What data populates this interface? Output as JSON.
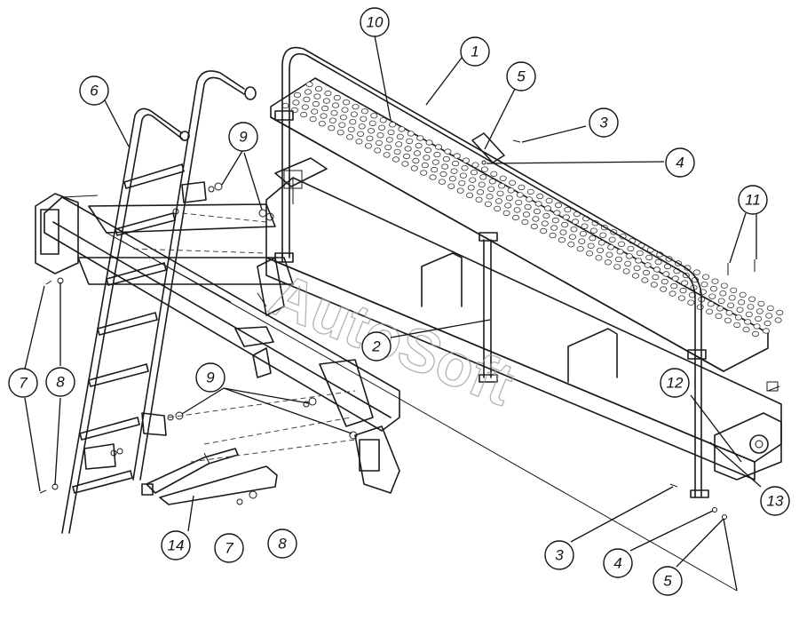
{
  "watermark": "AutoSoft",
  "callouts": [
    {
      "id": "c10",
      "label": "10"
    },
    {
      "id": "c1",
      "label": "1"
    },
    {
      "id": "c5a",
      "label": "5"
    },
    {
      "id": "c3a",
      "label": "3"
    },
    {
      "id": "c4a",
      "label": "4"
    },
    {
      "id": "c6",
      "label": "6"
    },
    {
      "id": "c9a",
      "label": "9"
    },
    {
      "id": "c11",
      "label": "11"
    },
    {
      "id": "c2",
      "label": "2"
    },
    {
      "id": "c7a",
      "label": "7"
    },
    {
      "id": "c8a",
      "label": "8"
    },
    {
      "id": "c9b",
      "label": "9"
    },
    {
      "id": "c12",
      "label": "12"
    },
    {
      "id": "c13",
      "label": "13"
    },
    {
      "id": "c3b",
      "label": "3"
    },
    {
      "id": "c4b",
      "label": "4"
    },
    {
      "id": "c5b",
      "label": "5"
    },
    {
      "id": "c14",
      "label": "14"
    },
    {
      "id": "c7b",
      "label": "7"
    },
    {
      "id": "c8b",
      "label": "8"
    }
  ]
}
